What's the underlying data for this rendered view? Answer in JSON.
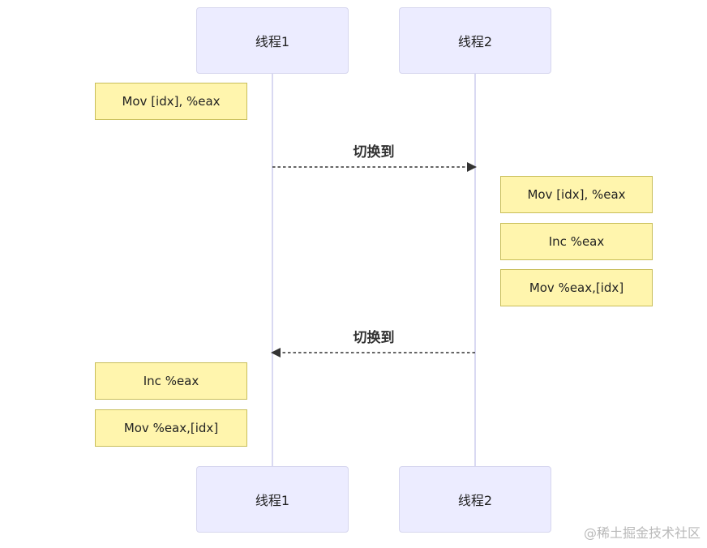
{
  "participants": [
    {
      "id": "t1",
      "label": "线程1"
    },
    {
      "id": "t2",
      "label": "线程2"
    }
  ],
  "notes": [
    {
      "participant": "t1",
      "text": "Mov [idx], %eax"
    },
    {
      "participant": "t2",
      "text": "Mov [idx], %eax"
    },
    {
      "participant": "t2",
      "text": "Inc %eax"
    },
    {
      "participant": "t2",
      "text": "Mov %eax,[idx]"
    },
    {
      "participant": "t1",
      "text": "Inc %eax"
    },
    {
      "participant": "t1",
      "text": "Mov %eax,[idx]"
    }
  ],
  "messages": [
    {
      "from": "t1",
      "to": "t2",
      "label": "切换到",
      "style": "dashed"
    },
    {
      "from": "t2",
      "to": "t1",
      "label": "切换到",
      "style": "dashed"
    }
  ],
  "colors": {
    "actor_fill": "#ececff",
    "actor_border": "#d6d6ee",
    "note_fill": "#fff5ad",
    "note_border": "#c8be5a",
    "arrow": "#333333"
  },
  "watermark": "@稀土掘金技术社区"
}
